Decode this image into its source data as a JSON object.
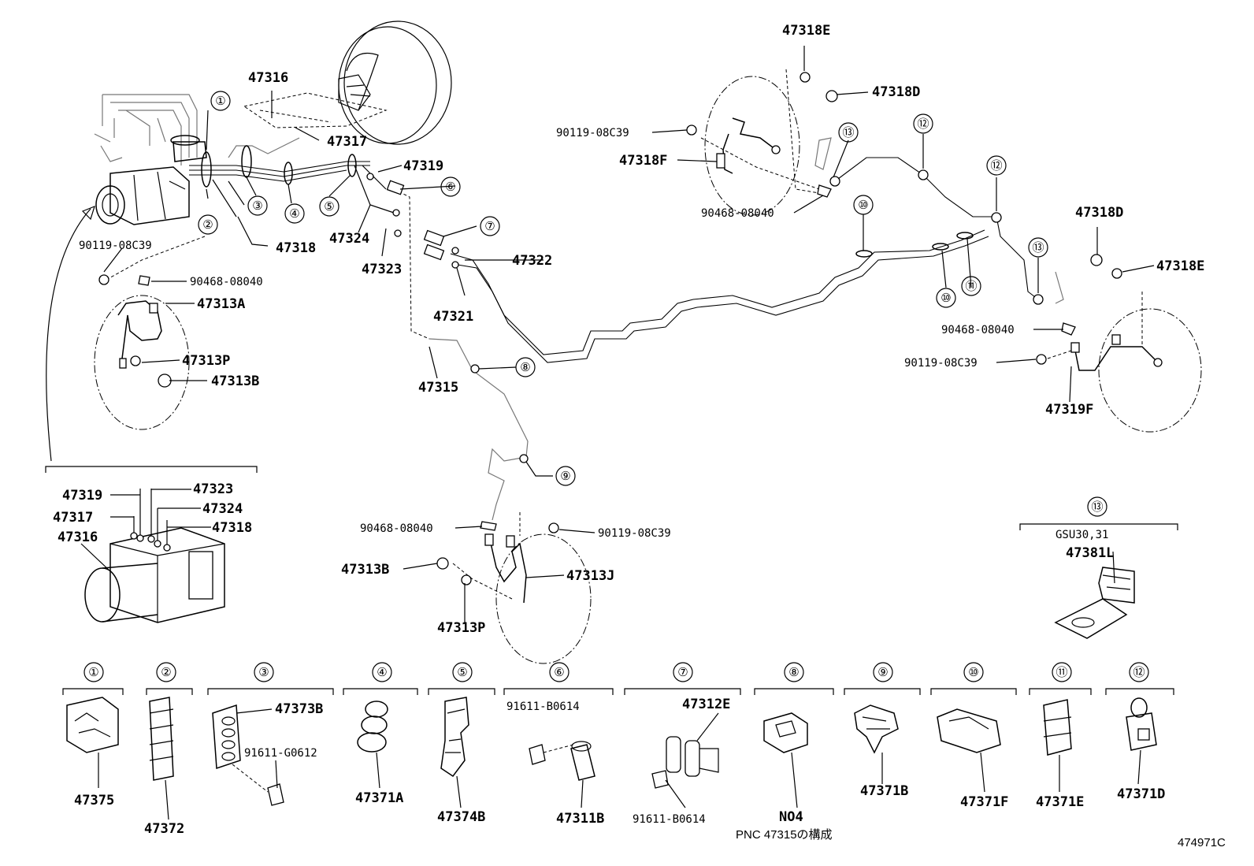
{
  "labels": {
    "l47316": "47316",
    "l47317": "47317",
    "l47319": "47319",
    "l47318": "47318",
    "l47324": "47324",
    "l47323": "47323",
    "l47322": "47322",
    "l47321": "47321",
    "l47315": "47315",
    "l90119_a": "90119-08C39",
    "l90468_a": "90468-08040",
    "l47313A": "47313A",
    "l47313P_a": "47313P",
    "l47313B_a": "47313B",
    "l47318E_top": "47318E",
    "l47318D_top": "47318D",
    "l90119_b": "90119-08C39",
    "l47318F": "47318F",
    "l90468_b": "90468-08040",
    "l47318D_r": "47318D",
    "l47318E_r": "47318E",
    "l90468_c": "90468-08040",
    "l90119_c": "90119-08C39",
    "l47319F": "47319F",
    "l90468_d": "90468-08040",
    "l90119_d": "90119-08C39",
    "l47313B_b": "47313B",
    "l47313J": "47313J",
    "l47313P_b": "47313P",
    "in47319": "47319",
    "in47323": "47323",
    "in47317": "47317",
    "in47324": "47324",
    "in47316": "47316",
    "in47318": "47318",
    "gsu": "GSU30,31",
    "l47381L": "47381L",
    "p1": "47375",
    "p2": "47372",
    "p3a": "47373B",
    "p3b": "91611-G0612",
    "p4": "47371A",
    "p5": "47374B",
    "p6a": "91611-B0614",
    "p6b": "47311B",
    "p7a": "47312E",
    "p7b": "91611-B0614",
    "p8": "NO4",
    "p9": "47371B",
    "p10": "47371F",
    "p11": "47371E",
    "p12": "47371D",
    "pnc_note": "PNC 47315の構成",
    "figure_id": "474971C"
  },
  "callouts": [
    "①",
    "②",
    "③",
    "④",
    "⑤",
    "⑥",
    "⑦",
    "⑧",
    "⑨",
    "⑩",
    "⑪",
    "⑫",
    "⑬"
  ]
}
